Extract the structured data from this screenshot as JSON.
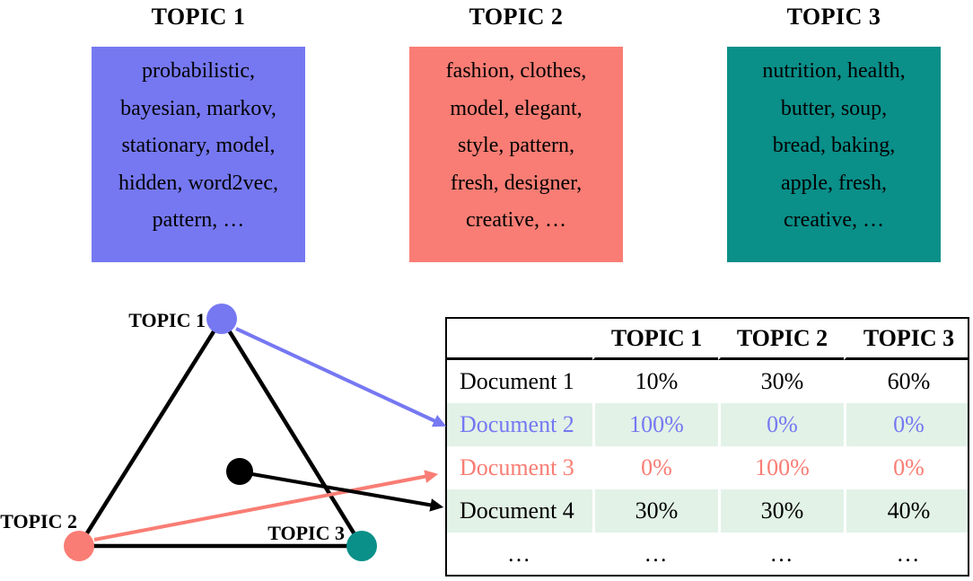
{
  "colors": {
    "topic1": "#7678F2",
    "topic2": "#F97D74",
    "topic3": "#0A8F89",
    "highlight": "#E2F2E7",
    "ink": "#000000"
  },
  "topics": [
    {
      "title": "TOPIC 1",
      "lines": [
        "probabilistic,",
        "bayesian, markov,",
        "stationary, model,",
        "hidden, word2vec,",
        "pattern, …"
      ]
    },
    {
      "title": "TOPIC 2",
      "lines": [
        "fashion, clothes,",
        "model, elegant,",
        "style, pattern,",
        "fresh, designer,",
        "creative, …"
      ]
    },
    {
      "title": "TOPIC 3",
      "lines": [
        "nutrition, health,",
        "butter, soup,",
        "bread, baking,",
        "apple, fresh,",
        "creative, …"
      ]
    }
  ],
  "simplex": {
    "vertex_labels": [
      "TOPIC 1",
      "TOPIC 2",
      "TOPIC 3"
    ],
    "arrows": [
      {
        "from": "topic-1-vertex",
        "to": "Document 2",
        "color": "#7678F2"
      },
      {
        "from": "topic-2-vertex",
        "to": "Document 3",
        "color": "#F97D74"
      },
      {
        "from": "interior-document-point",
        "to": "Document 4",
        "color": "#000000"
      }
    ]
  },
  "table": {
    "headers": [
      "",
      "TOPIC 1",
      "TOPIC 2",
      "TOPIC 3"
    ],
    "rows": [
      {
        "label": "Document 1",
        "cells": [
          "10%",
          "30%",
          "60%"
        ]
      },
      {
        "label": "Document 2",
        "cells": [
          "100%",
          "0%",
          "0%"
        ]
      },
      {
        "label": "Document 3",
        "cells": [
          "0%",
          "100%",
          "0%"
        ]
      },
      {
        "label": "Document 4",
        "cells": [
          "30%",
          "30%",
          "40%"
        ]
      },
      {
        "label": "…",
        "cells": [
          "…",
          "…",
          "…"
        ]
      }
    ]
  }
}
